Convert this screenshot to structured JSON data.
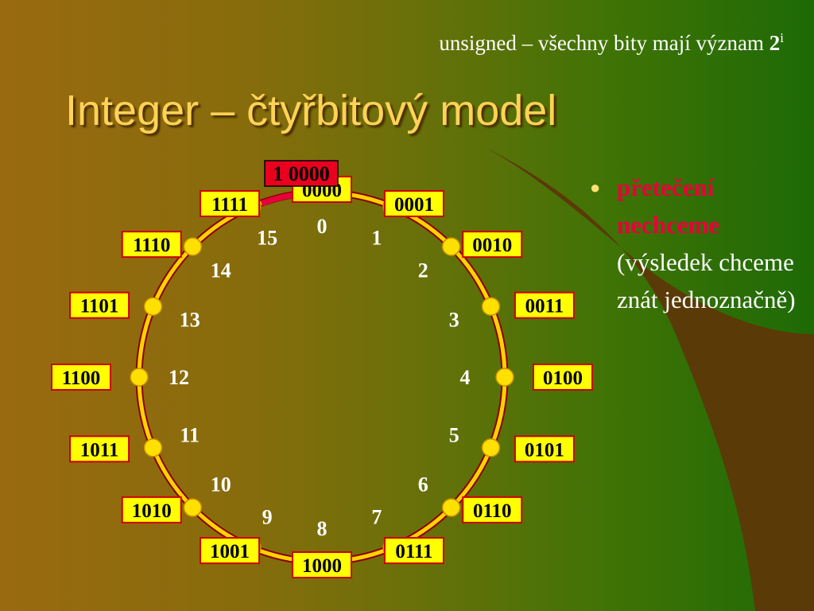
{
  "slide": {
    "subtitle": "unsigned – všechny bity mají význam",
    "subtitle_bold": "2",
    "subtitle_sup": "i",
    "title": "Integer – čtyřbitový model",
    "bullet_red": "přetečení nechceme",
    "bullet_rest": "(výsledek chceme znát jednoznačně)"
  },
  "diagram": {
    "overflow_label": "1 0000",
    "ring_color": "#ffd200",
    "ring_border": "#8a0000",
    "overflow_arc_color": "#e8003a",
    "label_box_fill": "#ffff00",
    "label_box_border": "#cc0000",
    "nodes": [
      {
        "value": "0",
        "binary": "0000"
      },
      {
        "value": "1",
        "binary": "0001"
      },
      {
        "value": "2",
        "binary": "0010"
      },
      {
        "value": "3",
        "binary": "0011"
      },
      {
        "value": "4",
        "binary": "0100"
      },
      {
        "value": "5",
        "binary": "0101"
      },
      {
        "value": "6",
        "binary": "0110"
      },
      {
        "value": "7",
        "binary": "0111"
      },
      {
        "value": "8",
        "binary": "1000"
      },
      {
        "value": "9",
        "binary": "1001"
      },
      {
        "value": "10",
        "binary": "1010"
      },
      {
        "value": "11",
        "binary": "1011"
      },
      {
        "value": "12",
        "binary": "1100"
      },
      {
        "value": "13",
        "binary": "1101"
      },
      {
        "value": "14",
        "binary": "1110"
      },
      {
        "value": "15",
        "binary": "1111"
      }
    ]
  }
}
